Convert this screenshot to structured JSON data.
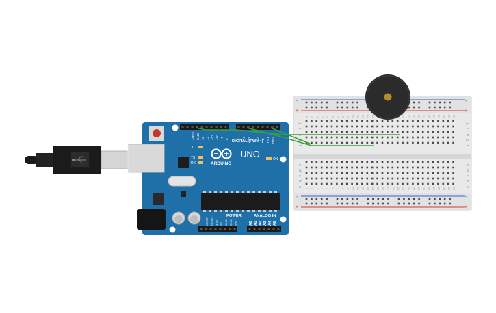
{
  "arduino": {
    "brand_label": "ARDUINO",
    "model_label": "UNO",
    "digital_header_label": "DIGITAL (PWM~)",
    "power_header_label": "POWER",
    "analog_header_label": "ANALOG IN",
    "on_led_label": "ON",
    "l_led_label": "L",
    "tx_led_label": "TX",
    "rx_led_label": "RX",
    "top_pin_labels": [
      "AREF",
      "GND",
      "13",
      "12",
      "~11",
      "~10",
      "~9",
      "8",
      "7",
      "~6",
      "~5",
      "4",
      "~3",
      "2",
      "TX 1",
      "RX 0"
    ],
    "power_pin_labels": [
      "IOREF",
      "RESET",
      "3.3V",
      "5V",
      "GND",
      "GND",
      "Vin"
    ],
    "analog_pin_labels": [
      "A0",
      "A1",
      "A2",
      "A3",
      "A4",
      "A5"
    ]
  },
  "breadboard": {
    "column_numbers": [
      "1",
      "2",
      "3",
      "4",
      "5",
      "6",
      "7",
      "8",
      "9",
      "10",
      "11",
      "12",
      "13",
      "14",
      "15",
      "16",
      "17",
      "18",
      "19",
      "20",
      "21",
      "22",
      "23",
      "24",
      "25",
      "26",
      "27",
      "28",
      "29",
      "30"
    ],
    "top_row_letters": [
      "j",
      "i",
      "h",
      "g",
      "f"
    ],
    "bottom_row_letters": [
      "e",
      "d",
      "c",
      "b",
      "a"
    ],
    "rail_minus": "-",
    "rail_plus": "+"
  },
  "colors": {
    "arduino_board": "#1f6fa8",
    "wire": "#3aa13a",
    "buzzer": "#2b2b2b",
    "buzzer_center": "#b8882e",
    "breadboard": "#e9e9e9",
    "rail_red": "#d23a3a",
    "rail_blue": "#3a5fd2"
  }
}
